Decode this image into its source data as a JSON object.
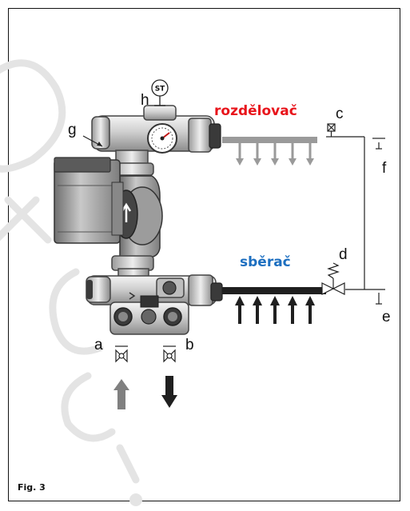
{
  "labels": {
    "a": "a",
    "b": "b",
    "c": "c",
    "d": "d",
    "e": "e",
    "f": "f",
    "g": "g",
    "h": "h",
    "st": "ST",
    "distributor": "rozdělovač",
    "collector": "sběrač"
  },
  "caption": "Fig. 3",
  "colors": {
    "distributor_text": "#e8141b",
    "collector_text": "#1d6fc0",
    "manifold_top": "#9a9a9a",
    "manifold_bottom": "#1f1f1f",
    "arrow_in": "#808080",
    "arrow_out": "#1f1f1f",
    "watermark": "#e4e4e4"
  },
  "icons": {
    "pump": "circulation-pump-icon",
    "thermometer": "thermometer-icon",
    "valve": "ball-valve-icon"
  }
}
